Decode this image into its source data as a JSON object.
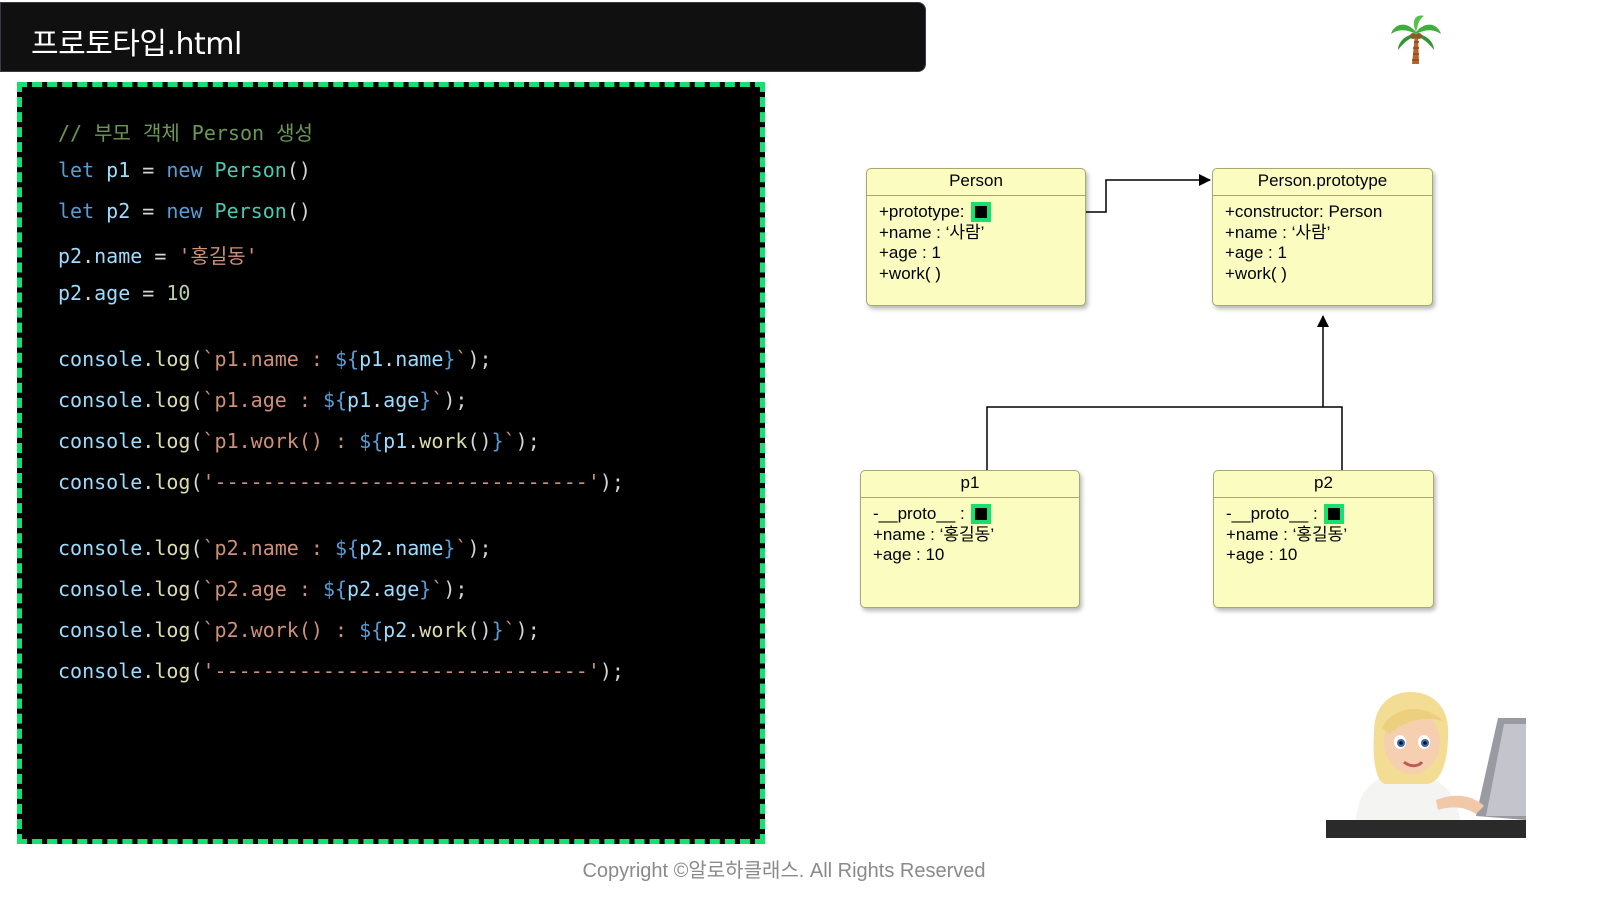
{
  "header": {
    "title": "프로토타입.html"
  },
  "code": [
    [
      {
        "t": "// 부모 객체 Person 생성",
        "c": "c-cm"
      }
    ],
    [
      {
        "t": "let",
        "c": "c-kw"
      },
      {
        "t": " p1 ",
        "c": "c-var"
      },
      {
        "t": "= ",
        "c": "c-pl"
      },
      {
        "t": "new",
        "c": "c-kw"
      },
      {
        "t": " Person",
        "c": "c-cls"
      },
      {
        "t": "()",
        "c": "c-pl"
      }
    ],
    [
      {
        "t": "let",
        "c": "c-kw"
      },
      {
        "t": " p2 ",
        "c": "c-var"
      },
      {
        "t": "= ",
        "c": "c-pl"
      },
      {
        "t": "new",
        "c": "c-kw"
      },
      {
        "t": " Person",
        "c": "c-cls"
      },
      {
        "t": "()",
        "c": "c-pl"
      }
    ],
    [
      {
        "t": "p2",
        "c": "c-var"
      },
      {
        "t": ".",
        "c": "c-pl"
      },
      {
        "t": "name",
        "c": "c-var"
      },
      {
        "t": " = ",
        "c": "c-pl"
      },
      {
        "t": "'홍길동'",
        "c": "c-str"
      }
    ],
    [
      {
        "t": "p2",
        "c": "c-var"
      },
      {
        "t": ".",
        "c": "c-pl"
      },
      {
        "t": "age",
        "c": "c-var"
      },
      {
        "t": " = ",
        "c": "c-pl"
      },
      {
        "t": "10",
        "c": "c-num"
      }
    ],
    [
      {
        "t": "console",
        "c": "c-var"
      },
      {
        "t": ".",
        "c": "c-pl"
      },
      {
        "t": "log",
        "c": "c-fn"
      },
      {
        "t": "(",
        "c": "c-pl"
      },
      {
        "t": "`p1.name : ",
        "c": "c-str"
      },
      {
        "t": "${",
        "c": "c-kw"
      },
      {
        "t": "p1",
        "c": "c-var"
      },
      {
        "t": ".",
        "c": "c-pl"
      },
      {
        "t": "name",
        "c": "c-var"
      },
      {
        "t": "}",
        "c": "c-kw"
      },
      {
        "t": "`",
        "c": "c-str"
      },
      {
        "t": ");",
        "c": "c-pl"
      }
    ],
    [
      {
        "t": "console",
        "c": "c-var"
      },
      {
        "t": ".",
        "c": "c-pl"
      },
      {
        "t": "log",
        "c": "c-fn"
      },
      {
        "t": "(",
        "c": "c-pl"
      },
      {
        "t": "`p1.age : ",
        "c": "c-str"
      },
      {
        "t": "${",
        "c": "c-kw"
      },
      {
        "t": "p1",
        "c": "c-var"
      },
      {
        "t": ".",
        "c": "c-pl"
      },
      {
        "t": "age",
        "c": "c-var"
      },
      {
        "t": "}",
        "c": "c-kw"
      },
      {
        "t": "`",
        "c": "c-str"
      },
      {
        "t": ");",
        "c": "c-pl"
      }
    ],
    [
      {
        "t": "console",
        "c": "c-var"
      },
      {
        "t": ".",
        "c": "c-pl"
      },
      {
        "t": "log",
        "c": "c-fn"
      },
      {
        "t": "(",
        "c": "c-pl"
      },
      {
        "t": "`p1.work() : ",
        "c": "c-str"
      },
      {
        "t": "${",
        "c": "c-kw"
      },
      {
        "t": "p1",
        "c": "c-var"
      },
      {
        "t": ".",
        "c": "c-pl"
      },
      {
        "t": "work",
        "c": "c-fn"
      },
      {
        "t": "()",
        "c": "c-pl"
      },
      {
        "t": "}",
        "c": "c-kw"
      },
      {
        "t": "`",
        "c": "c-str"
      },
      {
        "t": ");",
        "c": "c-pl"
      }
    ],
    [
      {
        "t": "console",
        "c": "c-var"
      },
      {
        "t": ".",
        "c": "c-pl"
      },
      {
        "t": "log",
        "c": "c-fn"
      },
      {
        "t": "(",
        "c": "c-pl"
      },
      {
        "t": "'-------------------------------'",
        "c": "c-str"
      },
      {
        "t": ");",
        "c": "c-pl"
      }
    ],
    [
      {
        "t": "console",
        "c": "c-var"
      },
      {
        "t": ".",
        "c": "c-pl"
      },
      {
        "t": "log",
        "c": "c-fn"
      },
      {
        "t": "(",
        "c": "c-pl"
      },
      {
        "t": "`p2.name : ",
        "c": "c-str"
      },
      {
        "t": "${",
        "c": "c-kw"
      },
      {
        "t": "p2",
        "c": "c-var"
      },
      {
        "t": ".",
        "c": "c-pl"
      },
      {
        "t": "name",
        "c": "c-var"
      },
      {
        "t": "}",
        "c": "c-kw"
      },
      {
        "t": "`",
        "c": "c-str"
      },
      {
        "t": ");",
        "c": "c-pl"
      }
    ],
    [
      {
        "t": "console",
        "c": "c-var"
      },
      {
        "t": ".",
        "c": "c-pl"
      },
      {
        "t": "log",
        "c": "c-fn"
      },
      {
        "t": "(",
        "c": "c-pl"
      },
      {
        "t": "`p2.age : ",
        "c": "c-str"
      },
      {
        "t": "${",
        "c": "c-kw"
      },
      {
        "t": "p2",
        "c": "c-var"
      },
      {
        "t": ".",
        "c": "c-pl"
      },
      {
        "t": "age",
        "c": "c-var"
      },
      {
        "t": "}",
        "c": "c-kw"
      },
      {
        "t": "`",
        "c": "c-str"
      },
      {
        "t": ");",
        "c": "c-pl"
      }
    ],
    [
      {
        "t": "console",
        "c": "c-var"
      },
      {
        "t": ".",
        "c": "c-pl"
      },
      {
        "t": "log",
        "c": "c-fn"
      },
      {
        "t": "(",
        "c": "c-pl"
      },
      {
        "t": "`p2.work() : ",
        "c": "c-str"
      },
      {
        "t": "${",
        "c": "c-kw"
      },
      {
        "t": "p2",
        "c": "c-var"
      },
      {
        "t": ".",
        "c": "c-pl"
      },
      {
        "t": "work",
        "c": "c-fn"
      },
      {
        "t": "()",
        "c": "c-pl"
      },
      {
        "t": "}",
        "c": "c-kw"
      },
      {
        "t": "`",
        "c": "c-str"
      },
      {
        "t": ");",
        "c": "c-pl"
      }
    ],
    [
      {
        "t": "console",
        "c": "c-var"
      },
      {
        "t": ".",
        "c": "c-pl"
      },
      {
        "t": "log",
        "c": "c-fn"
      },
      {
        "t": "(",
        "c": "c-pl"
      },
      {
        "t": "'-------------------------------'",
        "c": "c-str"
      },
      {
        "t": ");",
        "c": "c-pl"
      }
    ]
  ],
  "diagram": {
    "person": {
      "title": "Person",
      "rows": [
        "+prototype:",
        "+name : ‘사람’",
        "+age : 1",
        "+work( )"
      ]
    },
    "prototype": {
      "title": "Person.prototype",
      "rows": [
        "+constructor: Person",
        "+name : ‘사람’",
        "+age : 1",
        "+work( )"
      ]
    },
    "p1": {
      "title": "p1",
      "rows": [
        "-__proto__ :",
        "+name : ‘홍길동’",
        "+age : 10"
      ]
    },
    "p2": {
      "title": "p2",
      "rows": [
        "-__proto__ :",
        "+name : ‘홍길동’",
        "+age : 10"
      ]
    }
  },
  "icons": {
    "corner_logo": "palm-tree-icon",
    "presenter": "presenter-avatar"
  },
  "colors": {
    "accent_green": "#18e070",
    "box_fill": "#fafcc0",
    "code_bg": "#000000"
  },
  "footer": {
    "copyright": "Copyright ©알로하클래스. All Rights Reserved"
  }
}
